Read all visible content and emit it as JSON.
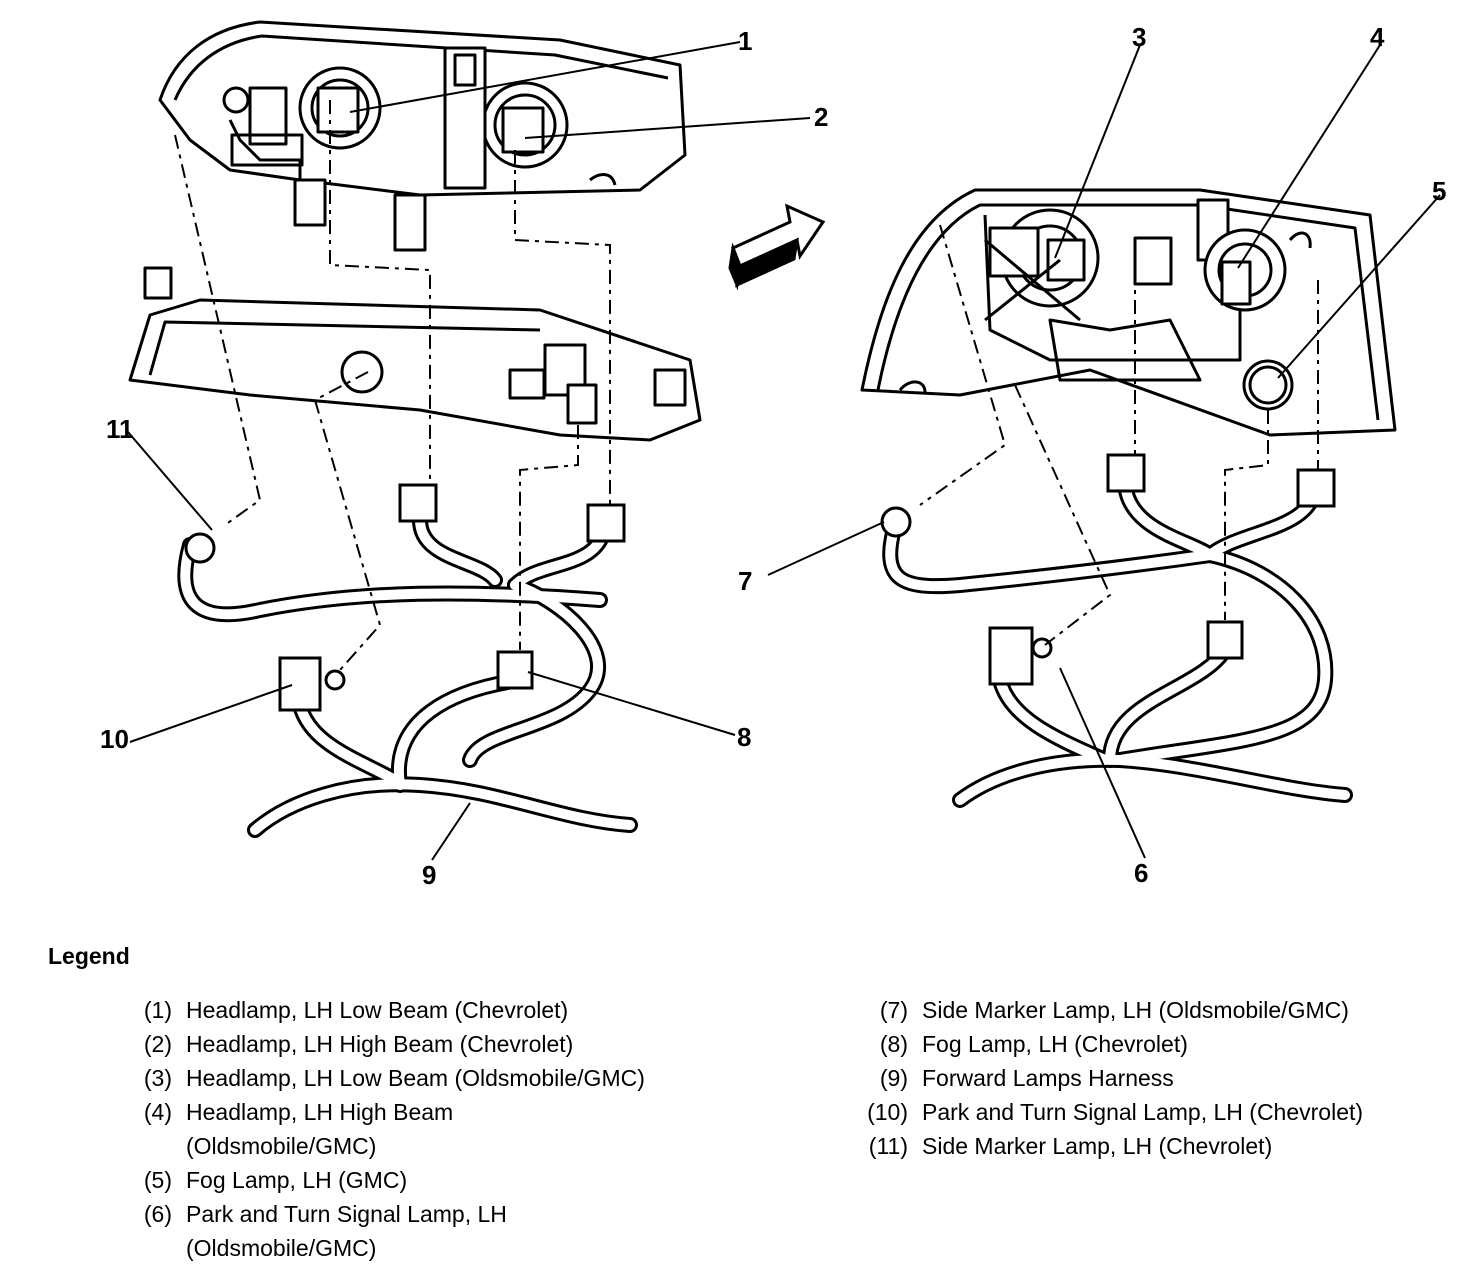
{
  "callouts": [
    "1",
    "2",
    "3",
    "4",
    "5",
    "6",
    "7",
    "8",
    "9",
    "10",
    "11"
  ],
  "legend": {
    "title": "Legend",
    "left": [
      {
        "num": "(1)",
        "lines": [
          "Headlamp, LH Low Beam (Chevrolet)"
        ]
      },
      {
        "num": "(2)",
        "lines": [
          "Headlamp, LH High Beam (Chevrolet)"
        ]
      },
      {
        "num": "(3)",
        "lines": [
          "Headlamp, LH Low Beam (Oldsmobile/GMC)"
        ]
      },
      {
        "num": "(4)",
        "lines": [
          "Headlamp, LH High Beam",
          "(Oldsmobile/GMC)"
        ]
      },
      {
        "num": "(5)",
        "lines": [
          "Fog Lamp, LH (GMC)"
        ]
      },
      {
        "num": "(6)",
        "lines": [
          "Park and Turn Signal Lamp, LH",
          "(Oldsmobile/GMC)"
        ]
      }
    ],
    "right": [
      {
        "num": "(7)",
        "lines": [
          "Side Marker Lamp, LH (Oldsmobile/GMC)"
        ]
      },
      {
        "num": "(8)",
        "lines": [
          "Fog Lamp, LH (Chevrolet)"
        ]
      },
      {
        "num": "(9)",
        "lines": [
          "Forward Lamps Harness"
        ]
      },
      {
        "num": "(10)",
        "lines": [
          "Park and Turn Signal Lamp, LH (Chevrolet)"
        ]
      },
      {
        "num": "(11)",
        "lines": [
          "Side Marker Lamp, LH (Chevrolet)"
        ]
      }
    ]
  }
}
